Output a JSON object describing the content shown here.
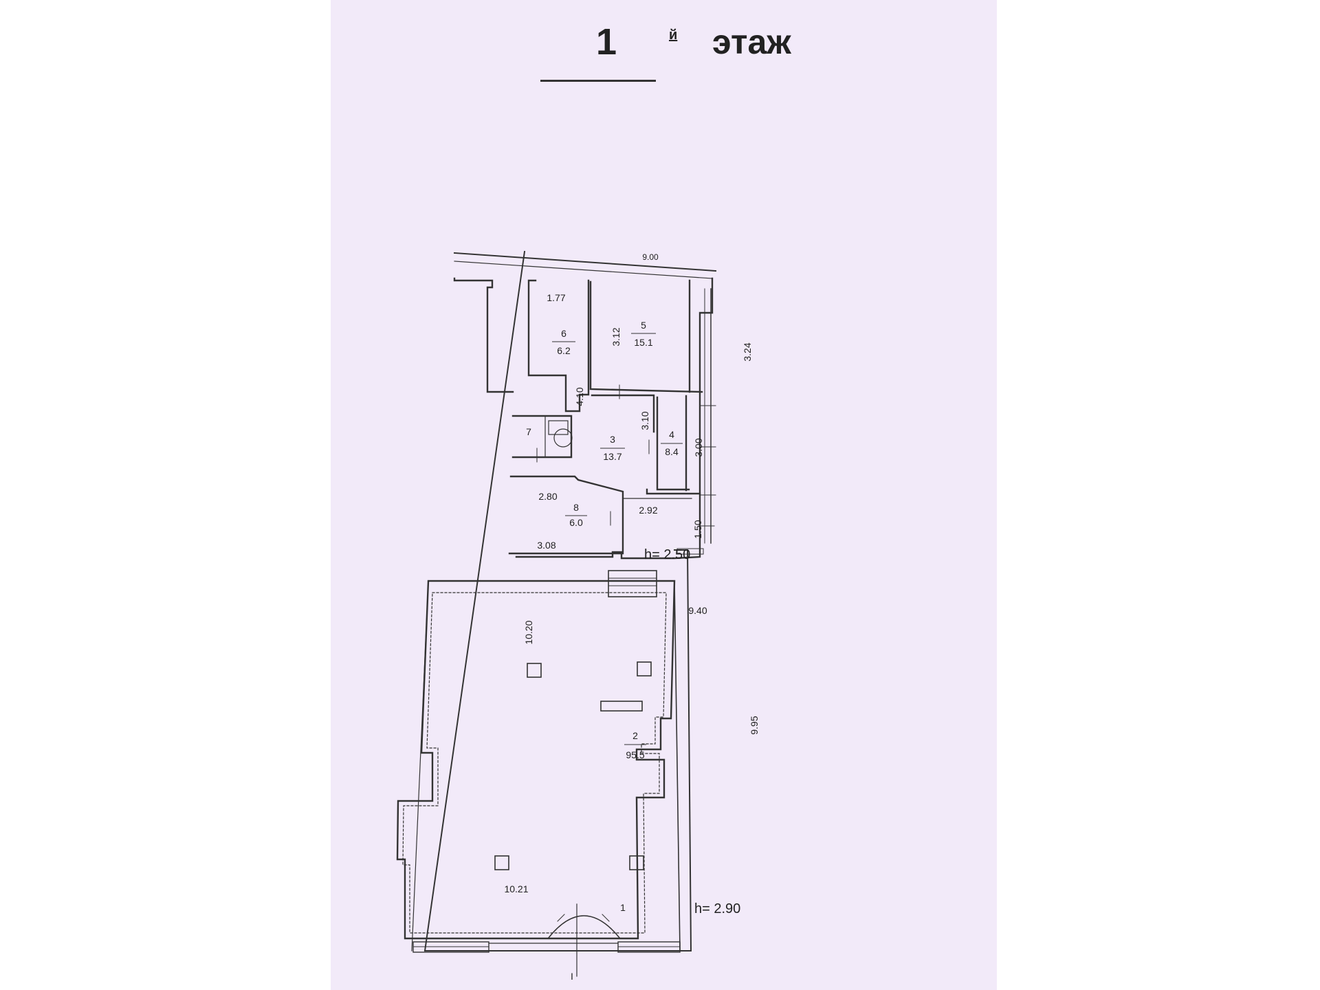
{
  "title": {
    "number": "1",
    "superscript": "й",
    "word": "этаж"
  },
  "top_dimension": "9.00",
  "rooms": [
    {
      "id": "r1",
      "number": "1"
    },
    {
      "id": "r2",
      "number": "2",
      "area": "95.5"
    },
    {
      "id": "r3",
      "number": "3",
      "area": "13.7"
    },
    {
      "id": "r4",
      "number": "4",
      "area": "8.4"
    },
    {
      "id": "r5",
      "number": "5",
      "area": "15.1"
    },
    {
      "id": "r6",
      "number": "6",
      "area": "6.2"
    },
    {
      "id": "r7",
      "number": "7"
    },
    {
      "id": "r8",
      "number": "8",
      "area": "6.0"
    }
  ],
  "dimensions": [
    {
      "id": "d-1-77",
      "text": "1.77"
    },
    {
      "id": "d-3-12",
      "text": "3.12"
    },
    {
      "id": "d-3-24",
      "text": "3.24"
    },
    {
      "id": "d-4-10",
      "text": "4.10"
    },
    {
      "id": "d-3-10",
      "text": "3.10"
    },
    {
      "id": "d-3-00",
      "text": "3.00"
    },
    {
      "id": "d-2-80",
      "text": "2.80"
    },
    {
      "id": "d-3-08",
      "text": "3.08"
    },
    {
      "id": "d-2-92",
      "text": "2.92"
    },
    {
      "id": "d-1-50",
      "text": "1.50"
    },
    {
      "id": "d-9-40",
      "text": "9.40"
    },
    {
      "id": "d-10-20",
      "text": "10.20"
    },
    {
      "id": "d-9-95",
      "text": "9.95"
    },
    {
      "id": "d-10-21",
      "text": "10.21"
    }
  ],
  "heights": [
    {
      "id": "h-upper",
      "text": "h= 2.50"
    },
    {
      "id": "h-lower",
      "text": "h= 2.90"
    }
  ],
  "axis_mark": "I"
}
